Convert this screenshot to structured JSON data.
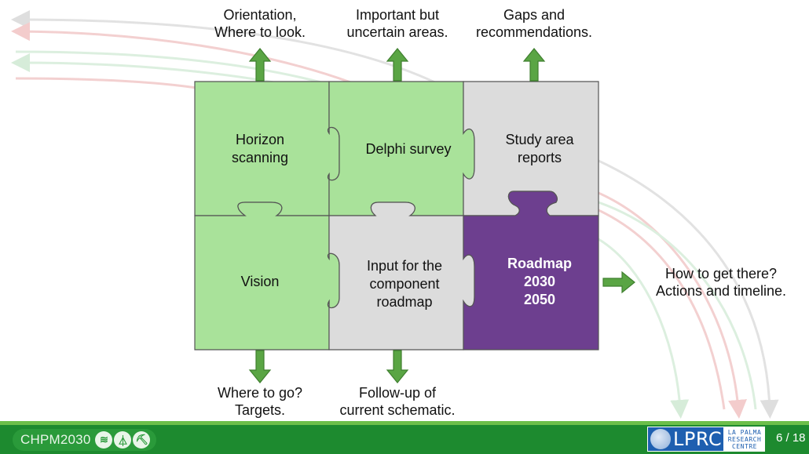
{
  "puzzle": {
    "pieces": [
      {
        "id": "horizon-scanning",
        "lines": [
          "Horizon",
          "scanning"
        ],
        "fill": "#a9e29a"
      },
      {
        "id": "delphi-survey",
        "lines": [
          "Delphi survey"
        ],
        "fill": "#a9e29a"
      },
      {
        "id": "study-area-reports",
        "lines": [
          "Study area",
          "reports"
        ],
        "fill": "#dcdcdc"
      },
      {
        "id": "vision",
        "lines": [
          "Vision"
        ],
        "fill": "#a9e29a"
      },
      {
        "id": "input-component-roadmap",
        "lines": [
          "Input for the",
          "component",
          "roadmap"
        ],
        "fill": "#dcdcdc"
      },
      {
        "id": "roadmap",
        "lines": [
          "Roadmap",
          "2030",
          "2050"
        ],
        "fill": "#6d3f8f"
      }
    ],
    "outputs": {
      "top_left": [
        "Orientation,",
        "Where to look."
      ],
      "top_middle": [
        "Important but",
        "uncertain areas."
      ],
      "top_right": [
        "Gaps and",
        "recommendations."
      ],
      "bottom_left": [
        "Where to go?",
        "Targets."
      ],
      "bottom_middle": [
        "Follow-up of",
        "current schematic."
      ],
      "right": [
        "How to get there?",
        "Actions and timeline."
      ]
    }
  },
  "colors": {
    "arrow_green": "#5aa544",
    "arrow_outline": "#3f7f2f",
    "footer_green": "#1d8a2f",
    "roadmap_purple": "#6d3f8f"
  },
  "footer": {
    "brand": "CHPM2030",
    "brand_icons": [
      "flame-icon",
      "pylon-icon",
      "pickaxe-icon"
    ],
    "partner_logo_main": "LPRC",
    "partner_logo_sub": [
      "LA PALMA",
      "RESEARCH",
      "CENTRE"
    ],
    "page": "6 / 18"
  }
}
